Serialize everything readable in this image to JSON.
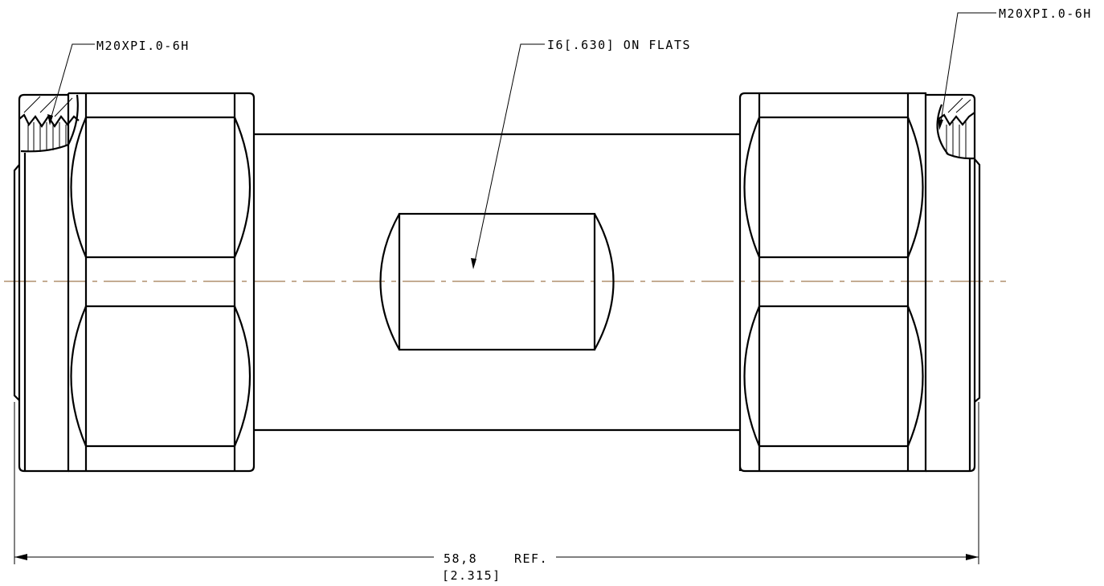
{
  "callouts": {
    "left_thread": "M20XPI.0-6H",
    "right_thread": "M20XPI.0-6H",
    "flats": "I6[.630] ON FLATS"
  },
  "dimension": {
    "metric": "58,8",
    "ref": "REF.",
    "inch": "[2.315]"
  },
  "colors": {
    "centerline": "#a07a50",
    "line": "#000000"
  }
}
